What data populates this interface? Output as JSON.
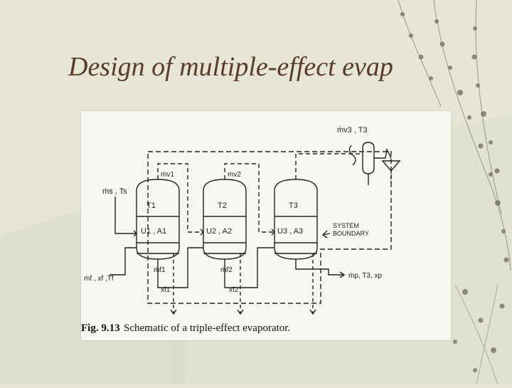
{
  "slide": {
    "title": "Design of multiple-effect evap",
    "background_color": "#e7e6d6",
    "title_color": "#5a3b28"
  },
  "figure": {
    "caption_label": "Fig. 9.13",
    "caption_text": "Schematic of a triple-effect evaporator.",
    "labels": {
      "mv3": "ṁv3 , T3",
      "mv1": "ṁv1",
      "mv2": "ṁv2",
      "ms": "ṁs , Ts",
      "t1": "T1",
      "t2": "T2",
      "t3": "T3",
      "ua1": "U1 , A1",
      "ua2": "U2 , A2",
      "ua3": "U3 , A3",
      "system_boundary": "SYSTEM\nBOUNDARY",
      "mf1": "ṁf1",
      "mf2": "ṁf2",
      "xf1": "xf1",
      "xf2": "xf2",
      "feed": "ṁf , xf ,Tf",
      "product": "ṁp, T3, xp"
    }
  }
}
